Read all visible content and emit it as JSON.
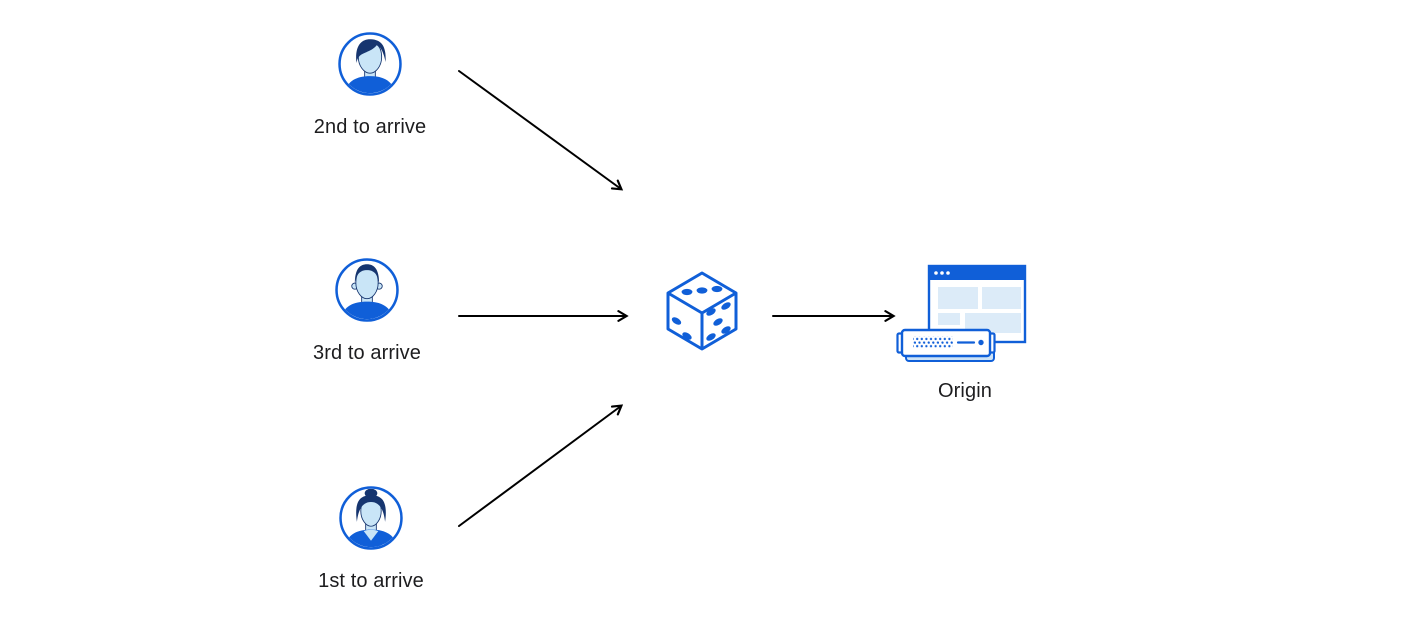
{
  "colors": {
    "primary_blue": "#105fd8",
    "dark_navy": "#16356f",
    "skin_blue": "#c9e5f7",
    "panel_blue": "#dcebf8",
    "shadow_blue": "#cde3f7",
    "arrow_black": "#000000",
    "text_color": "#1d1d1f",
    "background": "#ffffff"
  },
  "diagram": {
    "clients": [
      {
        "label": "2nd to arrive",
        "icon": "user-male-swoosh-hair-avatar-icon"
      },
      {
        "label": "3rd to arrive",
        "icon": "user-male-short-hair-avatar-icon"
      },
      {
        "label": "1st to arrive",
        "icon": "user-female-bun-avatar-icon"
      }
    ],
    "hub": {
      "icon": "dice-icon"
    },
    "origin": {
      "label": "Origin",
      "icon": "origin-server-window-icon"
    },
    "arrows": [
      {
        "from": "2nd to arrive",
        "to": "dice"
      },
      {
        "from": "3rd to arrive",
        "to": "dice"
      },
      {
        "from": "1st to arrive",
        "to": "dice"
      },
      {
        "from": "dice",
        "to": "Origin"
      }
    ]
  }
}
